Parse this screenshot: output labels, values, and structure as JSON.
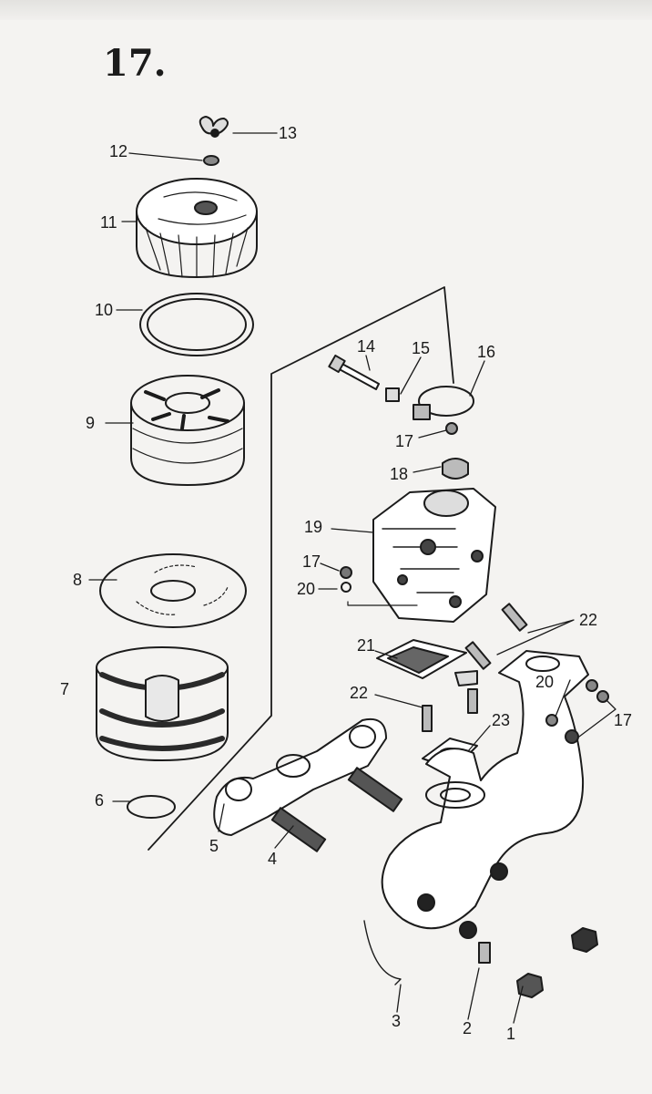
{
  "page": {
    "number": "17."
  },
  "callouts": [
    {
      "id": "c1",
      "text": "1"
    },
    {
      "id": "c2",
      "text": "2"
    },
    {
      "id": "c3",
      "text": "3"
    },
    {
      "id": "c4",
      "text": "4"
    },
    {
      "id": "c5",
      "text": "5"
    },
    {
      "id": "c6",
      "text": "6"
    },
    {
      "id": "c7",
      "text": "7"
    },
    {
      "id": "c8",
      "text": "8"
    },
    {
      "id": "c9",
      "text": "9"
    },
    {
      "id": "c10",
      "text": "10"
    },
    {
      "id": "c11",
      "text": "11"
    },
    {
      "id": "c12",
      "text": "12"
    },
    {
      "id": "c13",
      "text": "13"
    },
    {
      "id": "c14",
      "text": "14"
    },
    {
      "id": "c15",
      "text": "15"
    },
    {
      "id": "c16",
      "text": "16"
    },
    {
      "id": "c17a",
      "text": "17"
    },
    {
      "id": "c18",
      "text": "18"
    },
    {
      "id": "c19",
      "text": "19"
    },
    {
      "id": "c17b",
      "text": "17"
    },
    {
      "id": "c20a",
      "text": "20"
    },
    {
      "id": "c22a",
      "text": "22"
    },
    {
      "id": "c21",
      "text": "21"
    },
    {
      "id": "c22b",
      "text": "22"
    },
    {
      "id": "c20b",
      "text": "20"
    },
    {
      "id": "c17c",
      "text": "17"
    },
    {
      "id": "c23",
      "text": "23"
    }
  ]
}
